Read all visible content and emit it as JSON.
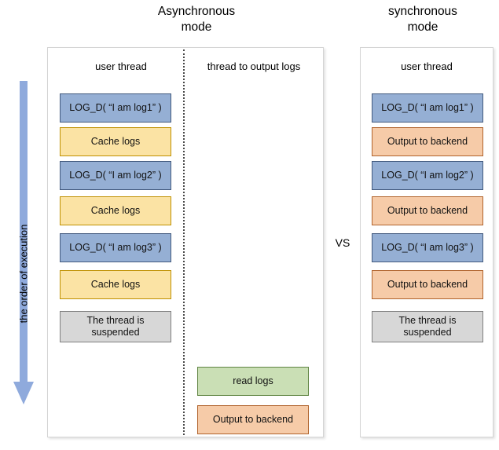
{
  "titles": {
    "async": "Asynchronous\nmode",
    "sync": "synchronous\nmode"
  },
  "vs_label": "VS",
  "order_arrow": {
    "label": "the order of execution",
    "direction": "down",
    "color": "#8faadc"
  },
  "async_panel": {
    "columns": [
      {
        "header": "user thread",
        "boxes": [
          {
            "label": "LOG_D( “I am log1” )",
            "color": "blue"
          },
          {
            "label": "Cache logs",
            "color": "yellow"
          },
          {
            "label": "LOG_D( “I am log2” )",
            "color": "blue"
          },
          {
            "label": "Cache logs",
            "color": "yellow"
          },
          {
            "label": "LOG_D( “I am log3” )",
            "color": "blue"
          },
          {
            "label": "Cache logs",
            "color": "yellow"
          },
          {
            "label": "The thread is\nsuspended",
            "color": "gray"
          }
        ]
      },
      {
        "header": "thread to output logs",
        "boxes": [
          {
            "label": "read logs",
            "color": "green"
          },
          {
            "label": "Output to backend",
            "color": "orange"
          }
        ]
      }
    ]
  },
  "sync_panel": {
    "columns": [
      {
        "header": "user thread",
        "boxes": [
          {
            "label": "LOG_D( “I am log1” )",
            "color": "blue"
          },
          {
            "label": "Output to backend",
            "color": "orange"
          },
          {
            "label": "LOG_D( “I am log2” )",
            "color": "blue"
          },
          {
            "label": "Output to backend",
            "color": "orange"
          },
          {
            "label": "LOG_D( “I am log3” )",
            "color": "blue"
          },
          {
            "label": "Output to backend",
            "color": "orange"
          },
          {
            "label": "The thread is\nsuspended",
            "color": "gray"
          }
        ]
      }
    ]
  },
  "colors": {
    "blue_fill": "#95afd4",
    "blue_border": "#41597d",
    "yellow_fill": "#fbe3a4",
    "yellow_border": "#bf9000",
    "orange_fill": "#f6cba8",
    "orange_border": "#b0622b",
    "green_fill": "#cadfb5",
    "green_border": "#5f8442",
    "gray_fill": "#d7d7d7",
    "gray_border": "#7f7f7f",
    "arrow": "#8faadc",
    "panel_border": "#d4d4d4"
  }
}
